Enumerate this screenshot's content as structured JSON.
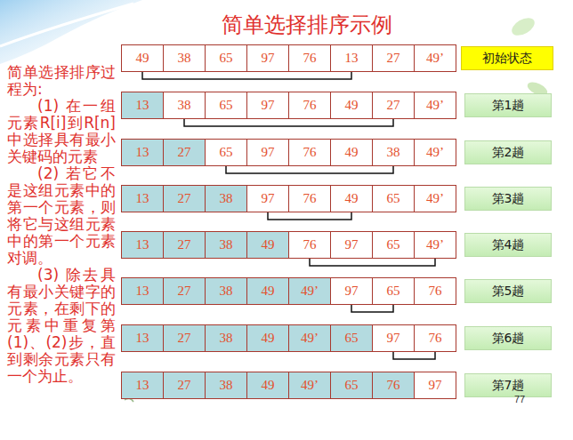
{
  "diagram": {
    "title": "简单选择排序示例",
    "nodes": [
      {
        "text": [
          "49"
        ]
      },
      {
        "text": [
          "38"
        ]
      },
      {
        "text": [
          "65"
        ]
      },
      {
        "text": [
          "97"
        ]
      },
      {
        "text": [
          "76"
        ]
      },
      {
        "text": [
          "13"
        ]
      },
      {
        "text": [
          "27"
        ]
      },
      {
        "text": [
          "49’"
        ]
      },
      {
        "text": [
          "初始状态"
        ]
      },
      {
        "text": [
          "13"
        ]
      },
      {
        "text": [
          "38"
        ]
      },
      {
        "text": [
          "65"
        ]
      },
      {
        "text": [
          "97"
        ]
      },
      {
        "text": [
          "76"
        ]
      },
      {
        "text": [
          "49"
        ]
      },
      {
        "text": [
          "27"
        ]
      },
      {
        "text": [
          "49’"
        ]
      },
      {
        "text": [
          "第1趟"
        ]
      },
      {
        "text": [
          "13"
        ]
      },
      {
        "text": [
          "27"
        ]
      },
      {
        "text": [
          "65"
        ]
      },
      {
        "text": [
          "97"
        ]
      },
      {
        "text": [
          "76"
        ]
      },
      {
        "text": [
          "49"
        ]
      },
      {
        "text": [
          "38"
        ]
      },
      {
        "text": [
          "49’"
        ]
      },
      {
        "text": [
          "第2趟"
        ]
      },
      {
        "text": [
          "13"
        ]
      },
      {
        "text": [
          "27"
        ]
      },
      {
        "text": [
          "38"
        ]
      },
      {
        "text": [
          "97"
        ]
      },
      {
        "text": [
          "76"
        ]
      },
      {
        "text": [
          "49"
        ]
      },
      {
        "text": [
          "65"
        ]
      },
      {
        "text": [
          "49’"
        ]
      },
      {
        "text": [
          "第3趟"
        ]
      },
      {
        "text": [
          "13"
        ]
      },
      {
        "text": [
          "27"
        ]
      },
      {
        "text": [
          "38"
        ]
      },
      {
        "text": [
          "49"
        ]
      },
      {
        "text": [
          "76"
        ]
      },
      {
        "text": [
          "97"
        ]
      },
      {
        "text": [
          "65"
        ]
      },
      {
        "text": [
          "49’"
        ]
      },
      {
        "text": [
          "第4趟"
        ]
      },
      {
        "text": [
          "13"
        ]
      },
      {
        "text": [
          "27"
        ]
      },
      {
        "text": [
          "38"
        ]
      },
      {
        "text": [
          "49"
        ]
      },
      {
        "text": [
          "49’"
        ]
      },
      {
        "text": [
          "97"
        ]
      },
      {
        "text": [
          "65"
        ]
      },
      {
        "text": [
          "76"
        ]
      },
      {
        "text": [
          "第5趟"
        ]
      },
      {
        "text": [
          "13"
        ]
      },
      {
        "text": [
          "27"
        ]
      },
      {
        "text": [
          "38"
        ]
      },
      {
        "text": [
          "49"
        ]
      },
      {
        "text": [
          "49’"
        ]
      },
      {
        "text": [
          "65"
        ]
      },
      {
        "text": [
          "97"
        ]
      },
      {
        "text": [
          "76"
        ]
      },
      {
        "text": [
          "第6趟"
        ]
      },
      {
        "text": [
          "13"
        ]
      },
      {
        "text": [
          "27"
        ]
      },
      {
        "text": [
          "38"
        ]
      },
      {
        "text": [
          "49"
        ]
      },
      {
        "text": [
          "49’"
        ]
      },
      {
        "text": [
          "65"
        ]
      },
      {
        "text": [
          "76"
        ]
      },
      {
        "text": [
          "97"
        ]
      },
      {
        "text": [
          "第7趟"
        ]
      }
    ],
    "edges": [
      {
        "from": 0,
        "to": 5,
        "arrow": "none"
      },
      {
        "from": 10,
        "to": 15,
        "arrow": "none"
      },
      {
        "from": 20,
        "to": 24,
        "arrow": "none"
      },
      {
        "from": 30,
        "to": 32,
        "arrow": "none"
      },
      {
        "from": 40,
        "to": 43,
        "arrow": "none"
      },
      {
        "from": 50,
        "to": 51,
        "arrow": "none"
      },
      {
        "from": 60,
        "to": 61,
        "arrow": "none"
      }
    ],
    "labels": [
      "简单选择排序过程为:",
      "(1) 在一组元素R[i]到R[n]中选择具有最小关键码的元素",
      "(2) 若它不是这组元素中的第一个元素，则将它与这组元素中的第一个元素对调。",
      "(3) 除去具有最小关键字的元素，在剩下的元素中重复第(1)、(2)步，直到剩余元素只有一个为止。",
      "77"
    ]
  }
}
